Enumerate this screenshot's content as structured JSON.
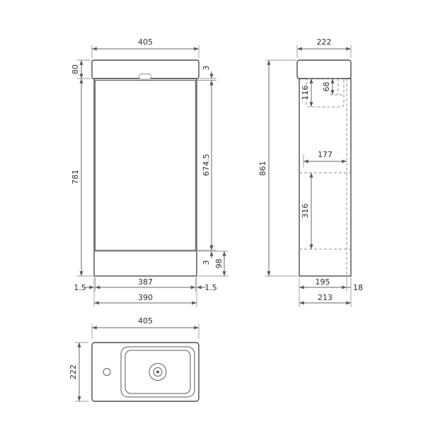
{
  "front_view": {
    "top_width": "405",
    "worktop_height": "80",
    "cabinet_height": "781",
    "top_gap": "3",
    "door_height": "674.5",
    "bottom_gap": "3",
    "plinth_height": "98",
    "left_gap": "1.5",
    "door_width": "387",
    "right_gap": "1.5",
    "base_width": "390"
  },
  "side_view": {
    "top_depth": "222",
    "overall_height": "861",
    "basin_inner_height": "116",
    "basin_rim_height": "68",
    "internal_depth": "177",
    "internal_height": "316",
    "base_depth": "195",
    "back_gap": "18",
    "carcass_depth": "213"
  },
  "plan_view": {
    "width": "405",
    "depth": "222"
  }
}
